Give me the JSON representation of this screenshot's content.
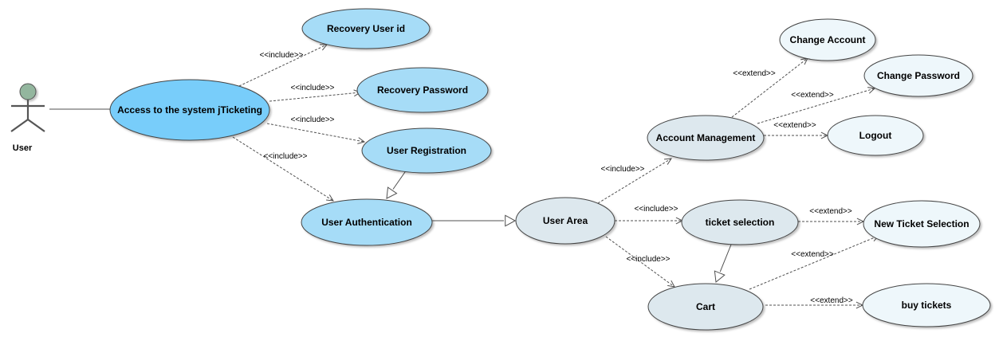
{
  "actor": {
    "name": "User"
  },
  "colors": {
    "primary_case": "#78cdfa",
    "secondary_case": "#a6dcf7",
    "system_case": "#dde8ee",
    "extension_case": "#eef7fb",
    "actor_fill": "#93b69e",
    "edge": "#505050"
  },
  "use_cases": [
    {
      "id": "access",
      "label": "Access to the system jTicketing"
    },
    {
      "id": "recovery_user_id",
      "label": "Recovery User id"
    },
    {
      "id": "recovery_password",
      "label": "Recovery Password"
    },
    {
      "id": "user_registration",
      "label": "User Registration"
    },
    {
      "id": "user_authentication",
      "label": "User Authentication"
    },
    {
      "id": "user_area",
      "label": "User Area"
    },
    {
      "id": "account_management",
      "label": "Account Management"
    },
    {
      "id": "change_account",
      "label": "Change Account"
    },
    {
      "id": "change_password",
      "label": "Change Password"
    },
    {
      "id": "logout",
      "label": "Logout"
    },
    {
      "id": "ticket_selection",
      "label": "ticket selection"
    },
    {
      "id": "new_ticket_selection",
      "label": "New Ticket Selection"
    },
    {
      "id": "cart",
      "label": "Cart"
    },
    {
      "id": "buy_tickets",
      "label": "buy tickets"
    }
  ],
  "relationships": [
    {
      "type": "association",
      "from": "actor",
      "to": "access"
    },
    {
      "type": "include",
      "from": "access",
      "to": "recovery_user_id",
      "label": "<<include>>"
    },
    {
      "type": "include",
      "from": "access",
      "to": "recovery_password",
      "label": "<<include>>"
    },
    {
      "type": "include",
      "from": "access",
      "to": "user_registration",
      "label": "<<include>>"
    },
    {
      "type": "include",
      "from": "access",
      "to": "user_authentication",
      "label": "<<include>>"
    },
    {
      "type": "generalization",
      "from": "user_registration",
      "to": "user_authentication"
    },
    {
      "type": "generalization",
      "from": "user_authentication",
      "to": "user_area"
    },
    {
      "type": "include",
      "from": "user_area",
      "to": "account_management",
      "label": "<<include>>"
    },
    {
      "type": "include",
      "from": "user_area",
      "to": "ticket_selection",
      "label": "<<include>>"
    },
    {
      "type": "include",
      "from": "user_area",
      "to": "cart",
      "label": "<<include>>"
    },
    {
      "type": "extend",
      "from": "account_management",
      "to": "change_account",
      "label": "<<extend>>"
    },
    {
      "type": "extend",
      "from": "account_management",
      "to": "change_password",
      "label": "<<extend>>"
    },
    {
      "type": "extend",
      "from": "account_management",
      "to": "logout",
      "label": "<<extend>>"
    },
    {
      "type": "extend",
      "from": "ticket_selection",
      "to": "new_ticket_selection",
      "label": "<<extend>>"
    },
    {
      "type": "generalization",
      "from": "ticket_selection",
      "to": "cart"
    },
    {
      "type": "extend",
      "from": "cart",
      "to": "new_ticket_selection",
      "label": "<<extend>>"
    },
    {
      "type": "extend",
      "from": "cart",
      "to": "buy_tickets",
      "label": "<<extend>>"
    }
  ]
}
